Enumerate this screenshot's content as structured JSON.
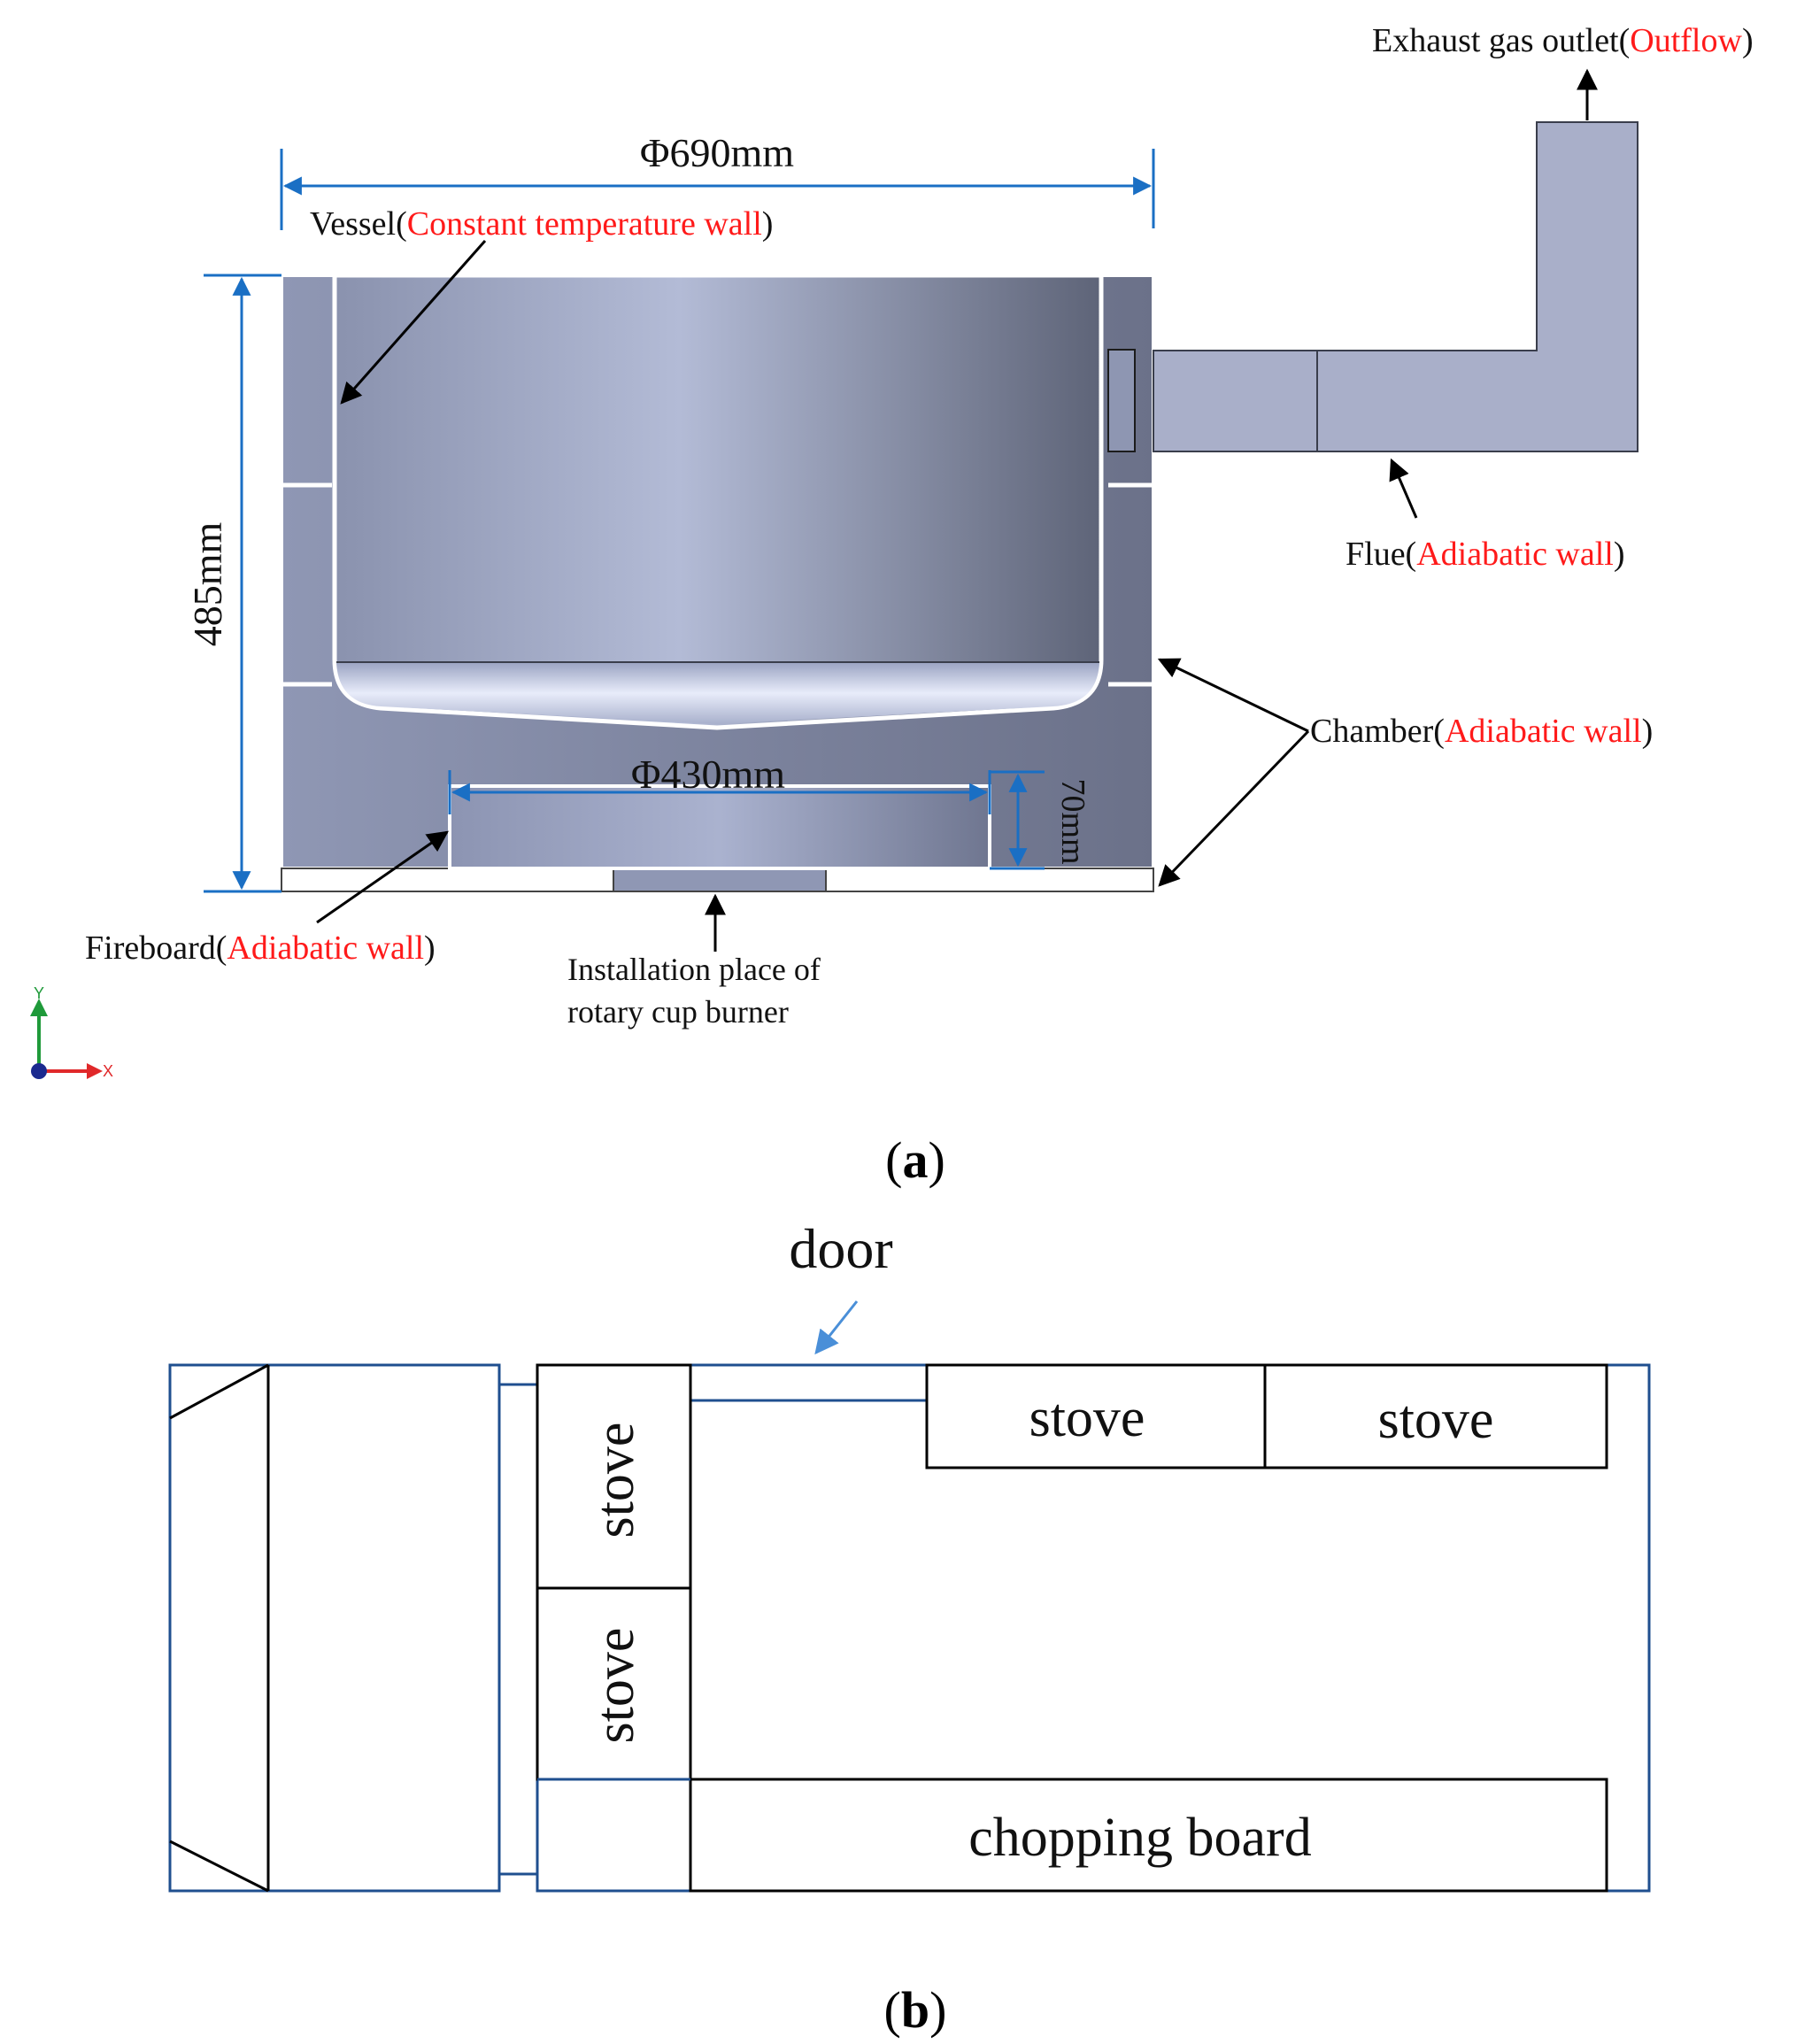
{
  "figure_a": {
    "caption_pre": "(",
    "caption_letter": "a",
    "caption_post": ")",
    "dim_width": "Φ690mm",
    "dim_height": "485mm",
    "dim_inner": "Φ430mm",
    "dim_70": "70mm",
    "vessel": {
      "pre": "Vessel(",
      "red": "Constant temperature wall",
      "post": ")"
    },
    "exhaust": {
      "pre": "Exhaust gas outlet(",
      "red": "Outflow",
      "post": ")"
    },
    "flue": {
      "pre": "Flue(",
      "red": "Adiabatic wall",
      "post": ")"
    },
    "chamber": {
      "pre": "Chamber(",
      "red": "Adiabatic wall",
      "post": ")"
    },
    "fireboard": {
      "pre": "Fireboard(",
      "red": "Adiabatic wall",
      "post": ")"
    },
    "burner_line1": "Installation place of",
    "burner_line2": "rotary cup burner",
    "axis_y": "Y",
    "axis_x": "X",
    "colors": {
      "dimension": "#1a6fc4",
      "body": "#9aa2c0",
      "red": "#ff1a1a"
    }
  },
  "figure_b": {
    "caption_pre": "(",
    "caption_letter": "b",
    "caption_post": ")",
    "door": "door",
    "stove_top_1": "stove",
    "stove_top_2": "stove",
    "stove_side_1": "stove",
    "stove_side_2": "stove",
    "chopping_board": "chopping board",
    "colors": {
      "outline": "#1f4f8f",
      "arrow": "#4a8fd8"
    }
  }
}
